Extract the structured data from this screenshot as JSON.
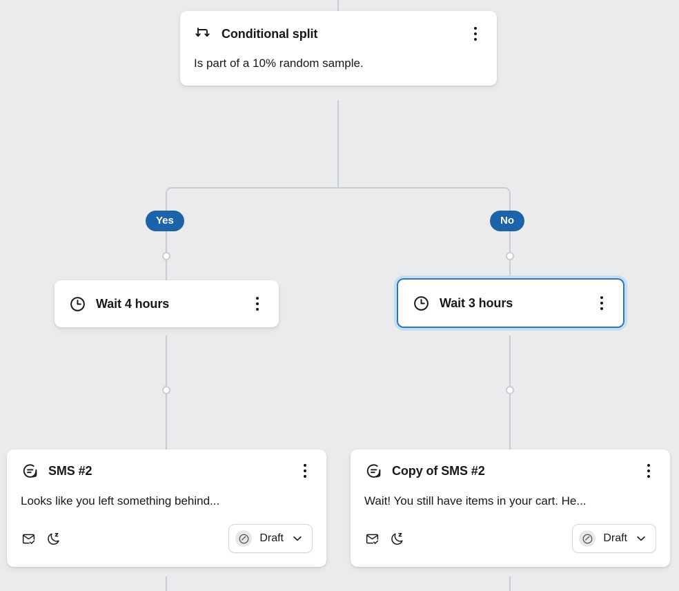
{
  "canvas": {
    "background_color": "#eaebed",
    "connector_color": "#c9ccd1",
    "accent_color": "#1b63ab",
    "selection_color": "#2a77c8"
  },
  "nodes": {
    "conditional_split": {
      "icon": "split-arrows-icon",
      "title": "Conditional split",
      "body": "Is part of a 10% random sample.",
      "menu_icon": "kebab-menu-icon"
    },
    "wait_yes": {
      "icon": "clock-icon",
      "title": "Wait 4 hours",
      "menu_icon": "kebab-menu-icon",
      "selected": false
    },
    "wait_no": {
      "icon": "clock-icon",
      "title": "Wait 3 hours",
      "menu_icon": "kebab-menu-icon",
      "selected": true
    },
    "sms_yes": {
      "icon": "chat-bubble-icon",
      "title": "SMS #2",
      "body": "Looks like you left something behind...",
      "menu_icon": "kebab-menu-icon",
      "footer_icons": [
        "envelope-check-icon",
        "moon-quiet-hours-icon"
      ],
      "status": {
        "badge_icon": "pencil-edit-icon",
        "label": "Draft",
        "chevron_icon": "chevron-down-icon"
      }
    },
    "sms_no": {
      "icon": "chat-bubble-icon",
      "title": "Copy of SMS #2",
      "body": "Wait! You still have items in your cart. He...",
      "menu_icon": "kebab-menu-icon",
      "footer_icons": [
        "envelope-check-icon",
        "moon-quiet-hours-icon"
      ],
      "status": {
        "badge_icon": "pencil-edit-icon",
        "label": "Draft",
        "chevron_icon": "chevron-down-icon"
      }
    }
  },
  "branches": {
    "yes_label": "Yes",
    "no_label": "No"
  }
}
